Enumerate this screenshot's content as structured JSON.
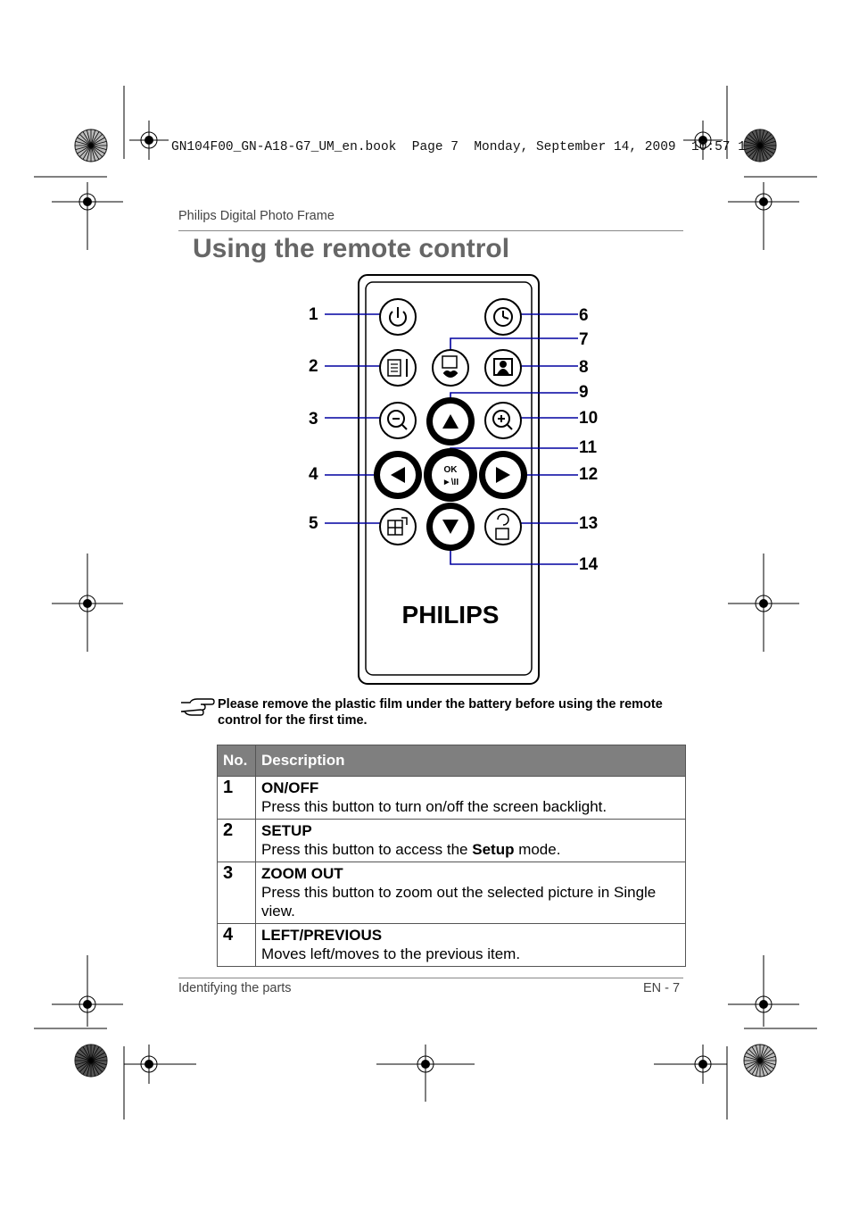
{
  "print_slug": "GN104F00_GN-A18-G7_UM_en.book  Page 7  Monday, September 14, 2009  10:57 1",
  "header": {
    "running_title": "Philips Digital Photo Frame"
  },
  "page_title": "Using the remote control",
  "remote": {
    "brand": "PHILIPS",
    "ok_label": "OK",
    "play_pause_label": "►\\II",
    "callouts": [
      "1",
      "2",
      "3",
      "4",
      "5",
      "6",
      "7",
      "8",
      "9",
      "10",
      "11",
      "12",
      "13",
      "14"
    ]
  },
  "note": {
    "text": "Please remove the plastic film under the battery before using the remote control for the first time."
  },
  "table": {
    "headers": [
      "No.",
      "Description"
    ],
    "rows": [
      {
        "no": "1",
        "title": "ON/OFF",
        "desc": "Press this button to turn on/off the screen backlight."
      },
      {
        "no": "2",
        "title": "SETUP",
        "desc_pre": "Press this button to access the ",
        "desc_bold": "Setup",
        "desc_post": " mode."
      },
      {
        "no": "3",
        "title": "ZOOM OUT",
        "desc": "Press this button to zoom out the selected picture in Single view."
      },
      {
        "no": "4",
        "title": "LEFT/PREVIOUS",
        "desc": "Moves left/moves to the previous item."
      }
    ]
  },
  "footer": {
    "section": "Identifying the parts",
    "page": "EN - 7"
  }
}
